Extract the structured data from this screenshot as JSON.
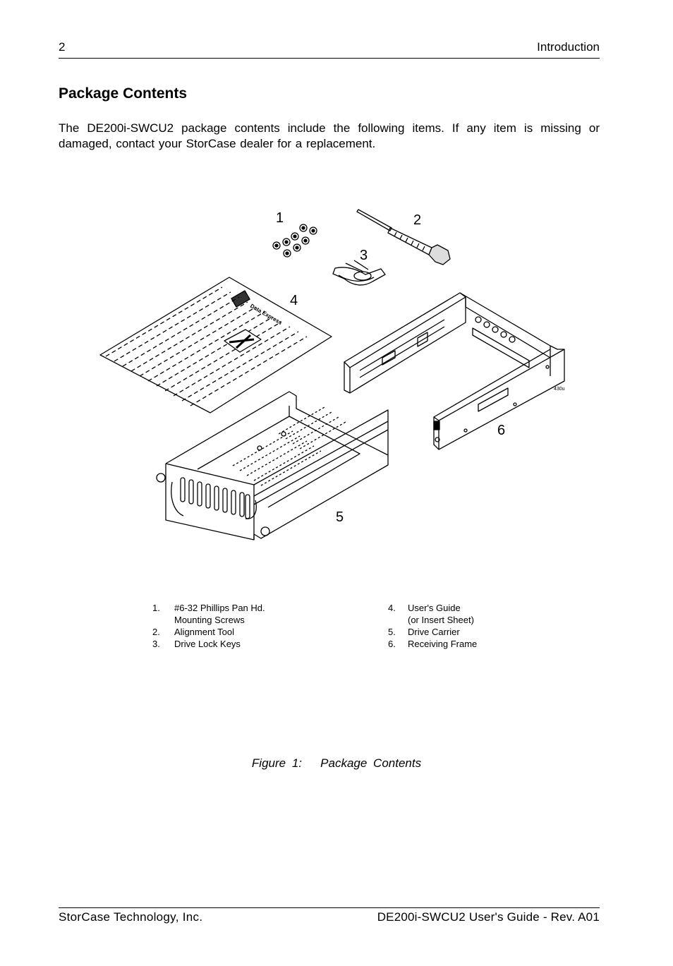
{
  "header": {
    "page_number": "2",
    "section": "Introduction"
  },
  "heading": "Package Contents",
  "intro": "The DE200i-SWCU2 package contents include the following items.  If any item is missing or damaged, contact your StorCase dealer for a replacement.",
  "figure": {
    "callouts": [
      "1",
      "2",
      "3",
      "4",
      "5",
      "6"
    ],
    "guide_cover_text": "Data Express",
    "drawing_code": "430u",
    "caption": "Figure 1:   Package Contents"
  },
  "legend": {
    "left": [
      {
        "num": "1.",
        "lines": [
          "#6-32 Phillips Pan Hd.",
          "Mounting Screws"
        ]
      },
      {
        "num": "2.",
        "lines": [
          "Alignment Tool"
        ]
      },
      {
        "num": "3.",
        "lines": [
          "Drive Lock Keys"
        ]
      }
    ],
    "right": [
      {
        "num": "4.",
        "lines": [
          "User's Guide",
          "(or Insert Sheet)"
        ]
      },
      {
        "num": "5.",
        "lines": [
          "Drive Carrier"
        ]
      },
      {
        "num": "6.",
        "lines": [
          "Receiving Frame"
        ]
      }
    ]
  },
  "footer": {
    "company": "StorCase Technology, Inc.",
    "doc_title": "DE200i-SWCU2 User's Guide - Rev. A01"
  }
}
